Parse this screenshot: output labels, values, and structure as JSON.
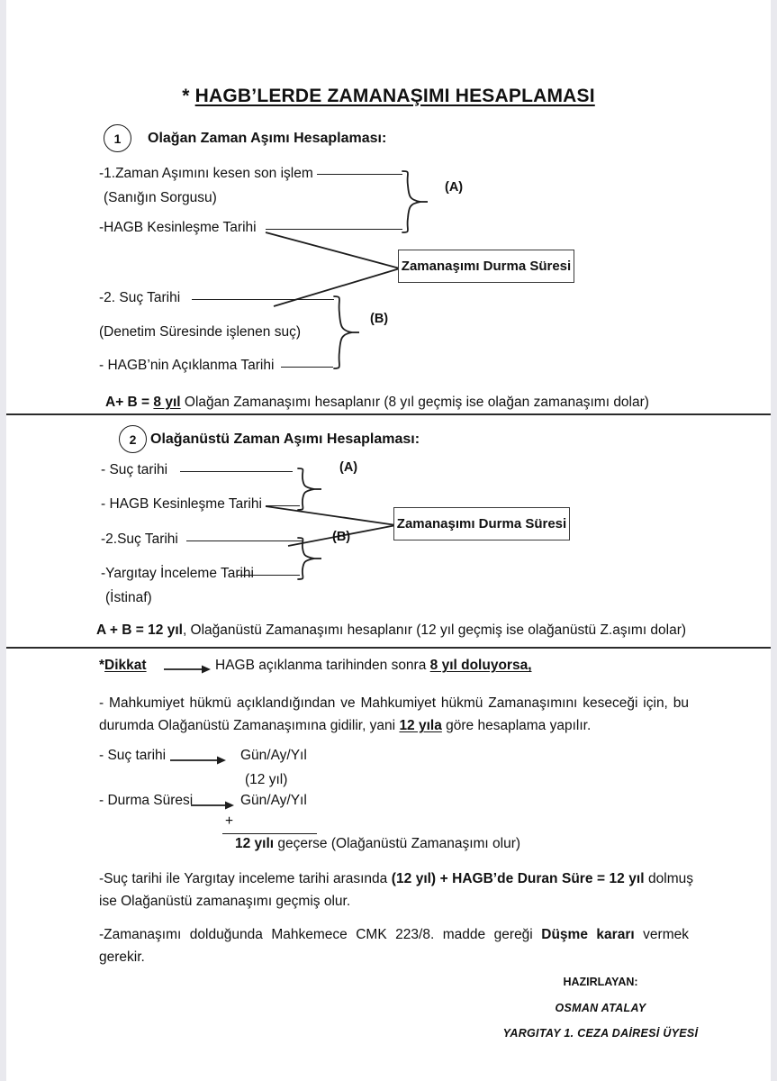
{
  "document": {
    "title_star": "*",
    "title_text": "HAGB’LERDE ZAMANAŞIMI HESAPLAMASI"
  },
  "section1": {
    "number": "1",
    "heading": "Olağan Zaman Aşımı Hesaplaması:",
    "group_a": {
      "label": "(A)",
      "items": [
        "-1.Zaman Aşımını kesen son işlem",
        "(Sanığın Sorgusu)",
        "-HAGB Kesinleşme Tarihi"
      ]
    },
    "group_b": {
      "label": "(B)",
      "items": [
        "-2. Suç Tarihi",
        "(Denetim Süresinde işlenen suç)",
        "- HAGB’nin Açıklanma Tarihi"
      ]
    },
    "box_label": "Zamanaşımı Durma Süresi",
    "summary": {
      "prefix": "A+ B  = ",
      "highlight": "8 yıl",
      "suffix": " Olağan Zamanaşımı hesaplanır (8 yıl geçmiş ise olağan zamanaşımı dolar)"
    }
  },
  "section2": {
    "number": "2",
    "heading": "Olağanüstü Zaman Aşımı Hesaplaması:",
    "group_a": {
      "label": "(A)",
      "items": [
        "- Suç tarihi",
        "- HAGB Kesinleşme Tarihi"
      ]
    },
    "group_b": {
      "label": "(B)",
      "items": [
        "-2.Suç Tarihi",
        "-Yargıtay İnceleme Tarihi",
        "(İstinaf)"
      ]
    },
    "box_label": "Zamanaşımı Durma Süresi",
    "summary": {
      "prefix": "A + B = ",
      "highlight": "12 yıl",
      "suffix": ", Olağanüstü Zamanaşımı hesaplanır (12 yıl geçmiş ise olağanüstü Z.aşımı dolar)"
    }
  },
  "section3": {
    "dikkat_star": "*",
    "dikkat_label": "Dikkat",
    "dikkat_text_prefix": "HAGB açıklanma tarihinden sonra ",
    "dikkat_text_highlight": "8 yıl doluyorsa,",
    "paragraph1_a": "- Mahkumiyet hükmü açıklandığından ve Mahkumiyet hükmü Zamanaşımını keseceği için, bu durumda Olağanüstü Zamanaşımına gidilir, yani ",
    "paragraph1_b": "12 yıla",
    "paragraph1_c": " göre hesaplama yapılır.",
    "calc": {
      "row1_label": "- Suç tarihi",
      "row1_value": "Gün/Ay/Yıl",
      "row2_value": "(12 yıl)",
      "row3_label": "- Durma Süresi",
      "row3_value": "Gün/Ay/Yıl",
      "plus": "+",
      "result_bold": "12 yılı",
      "result_rest": " geçerse (Olağanüstü Zamanaşımı olur)"
    },
    "paragraph2_a": "-Suç tarihi ile Yargıtay inceleme tarihi arasında ",
    "paragraph2_b": "(12 yıl) + HAGB’de Duran Süre = 12 yıl",
    "paragraph2_c": " dolmuş ise  Olağanüstü zamanaşımı geçmiş olur.",
    "paragraph3_a": "-Zamanaşımı dolduğunda Mahkemece CMK 223/8. madde gereği ",
    "paragraph3_b": "Düşme kararı",
    "paragraph3_c": " vermek gerekir."
  },
  "signature": {
    "line1": "HAZIRLAYAN:",
    "line2": "OSMAN ATALAY",
    "line3": "YARGITAY 1. CEZA DAİRESİ ÜYESİ"
  },
  "colors": {
    "ink": "#111111",
    "rule": "#2b2b2b",
    "box_border": "#3a3a3a",
    "page_edge": "#e9e9ee"
  }
}
